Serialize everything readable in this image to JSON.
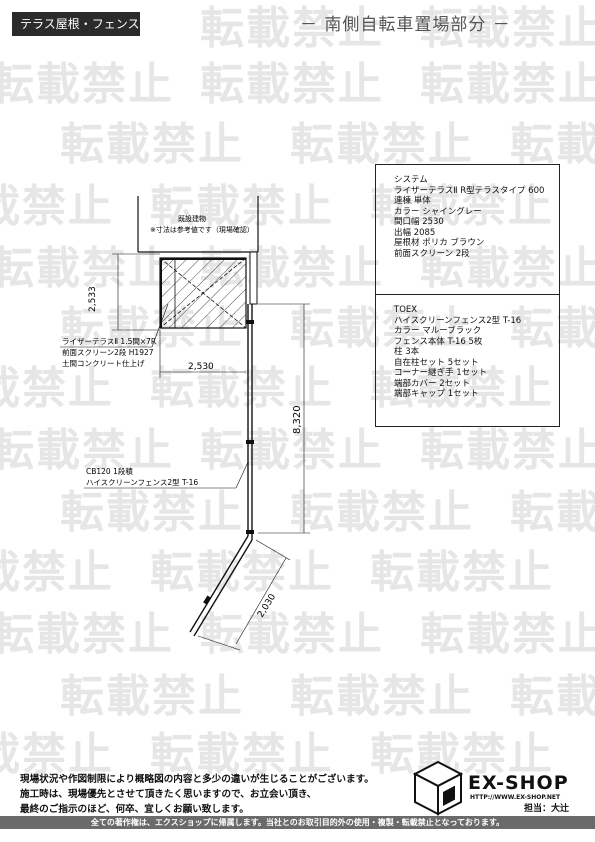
{
  "header": {
    "tag_label": "テラス屋根・フェンス",
    "subtitle": "－ 南側自転車置場部分 －"
  },
  "watermark_text": "転載禁止",
  "spec_system": {
    "lines": [
      "システム",
      "ライザーテラスⅡ R型テラスタイプ 600",
      "連棟 単体",
      "カラー シャイングレー",
      "間口幅 2530",
      "出幅 2085",
      "屋根材 ポリカ ブラウン",
      "前面スクリーン 2段"
    ]
  },
  "spec_fence": {
    "lines": [
      "TOEX",
      "ハイスクリーンフェンス2型 T-16",
      "カラー マルーブラック",
      "フェンス本体 T-16 5枚",
      "柱 3本",
      "自在柱セット 5セット",
      "コーナー継ぎ手 1セット",
      "端部カバー 2セット",
      "端部キャップ 1セット"
    ]
  },
  "drawing": {
    "note_existing_1": "既設建物",
    "note_existing_2": "※寸法は参考値です（現場確認）",
    "dim_height": "2,533",
    "label_terrace_1": "ライザーテラスⅡ 1.5間×7R",
    "label_terrace_2": "前面スクリーン2段 H1927",
    "label_terrace_3": "土間コンクリート仕上げ",
    "dim_width": "2,530",
    "dim_long": "8,320",
    "label_block_1": "CB120 1段積",
    "label_block_2": "ハイスクリーンフェンス2型 T-16",
    "dim_diag": "2,030"
  },
  "notes": {
    "line1": "現場状況や作図制限により概略図の内容と多少の違いが生じることがございます。",
    "line2": "施工時は、現場優先とさせて頂きたく思いますので、お立会い頂き、",
    "line3": "最終のご指示のほど、何卒、宜しくお願い致します。"
  },
  "logo": {
    "name": "EX-SHOP",
    "url": "HTTP://WWW.EX-SHOP.NET",
    "tanto": "担当：大辻"
  },
  "footer": {
    "text": "全ての著作権は、エクスショップに帰属します。当社とのお取引目的外の使用・複製・転載禁止となっております。"
  }
}
